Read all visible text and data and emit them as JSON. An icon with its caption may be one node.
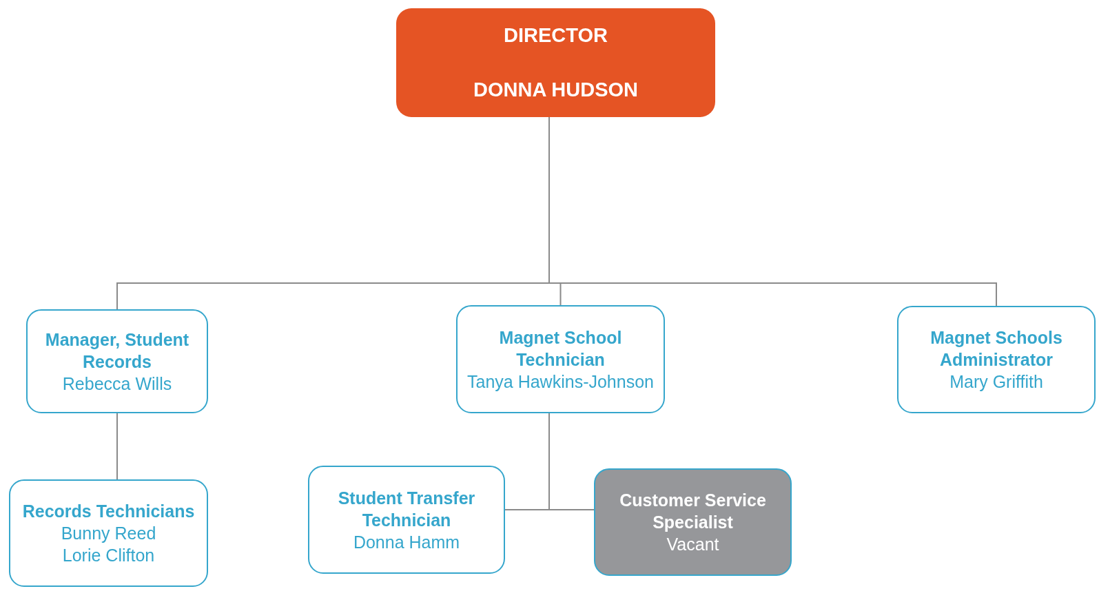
{
  "diagram": {
    "nodes": [
      {
        "text": [
          "DIRECTOR",
          "DONNA HUDSON"
        ]
      },
      {
        "text": [
          "Manager, Student Records",
          "Rebecca Wills"
        ]
      },
      {
        "text": [
          "Magnet School Technician",
          "Tanya Hawkins-Johnson"
        ]
      },
      {
        "text": [
          "Magnet Schools Administrator",
          "Mary Griffith"
        ]
      },
      {
        "text": [
          "Records Technicians",
          "Bunny Reed",
          "Lorie Clifton"
        ]
      },
      {
        "text": [
          "Student Transfer Technician",
          "Donna Hamm"
        ]
      },
      {
        "text": [
          "Customer Service Specialist",
          "Vacant"
        ]
      }
    ],
    "edges": [
      {
        "from": 0,
        "to": 1,
        "arrow": "none"
      },
      {
        "from": 0,
        "to": 2,
        "arrow": "none"
      },
      {
        "from": 0,
        "to": 3,
        "arrow": "none"
      },
      {
        "from": 1,
        "to": 4,
        "arrow": "none"
      },
      {
        "from": 2,
        "to": 5,
        "arrow": "none"
      },
      {
        "from": 2,
        "to": 6,
        "arrow": "none"
      }
    ]
  }
}
